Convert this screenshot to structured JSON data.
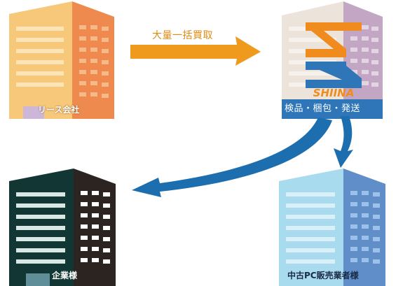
{
  "nodes": {
    "lease_company": "リース会社",
    "shiina": "検品・梱包・発送",
    "enterprise": "企業様",
    "used_pc_dealer": "中古PC販売業者様"
  },
  "edges": {
    "bulk_purchase": "大量一括買取"
  },
  "logo": {
    "text": "SHIINA"
  },
  "colors": {
    "lease_front": "#f7c77a",
    "lease_side": "#ef8a4e",
    "shiina_front": "#ece4da",
    "shiina_side": "#c3a6c3",
    "enterprise_front": "#123634",
    "enterprise_side": "#2b2420",
    "used_front": "#a9dbef",
    "used_side": "#5f8ec9",
    "arrow_orange": "#ef9a1c",
    "arrow_blue": "#1d6eae",
    "logo_orange": "#f08b1d",
    "logo_blue": "#2e76b8"
  }
}
